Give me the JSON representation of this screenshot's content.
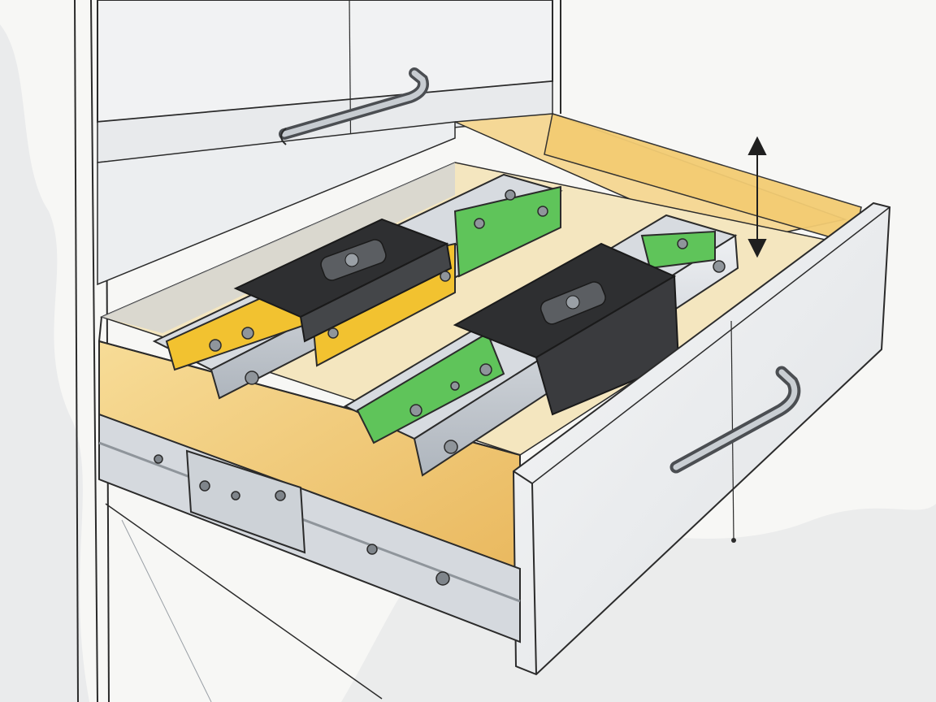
{
  "scene": {
    "subject": "open-drawer-with-ball-bearing-slides",
    "style": "ink-and-watercolor-sketch"
  },
  "palette": {
    "paper": "#f7f7f5",
    "ink": "#2b2b2b",
    "wash_gray": "#d9dbde",
    "wood": "#f3cf7d",
    "wood_dark": "#e7b75a",
    "metal": "#c9ced4",
    "metal_light": "#e7eaee",
    "slide_yellow": "#f2c230",
    "slide_green": "#5fc45a",
    "slide_black": "#2e2f31"
  },
  "icons": {
    "vertical_arrow": "double-headed-arrow"
  }
}
